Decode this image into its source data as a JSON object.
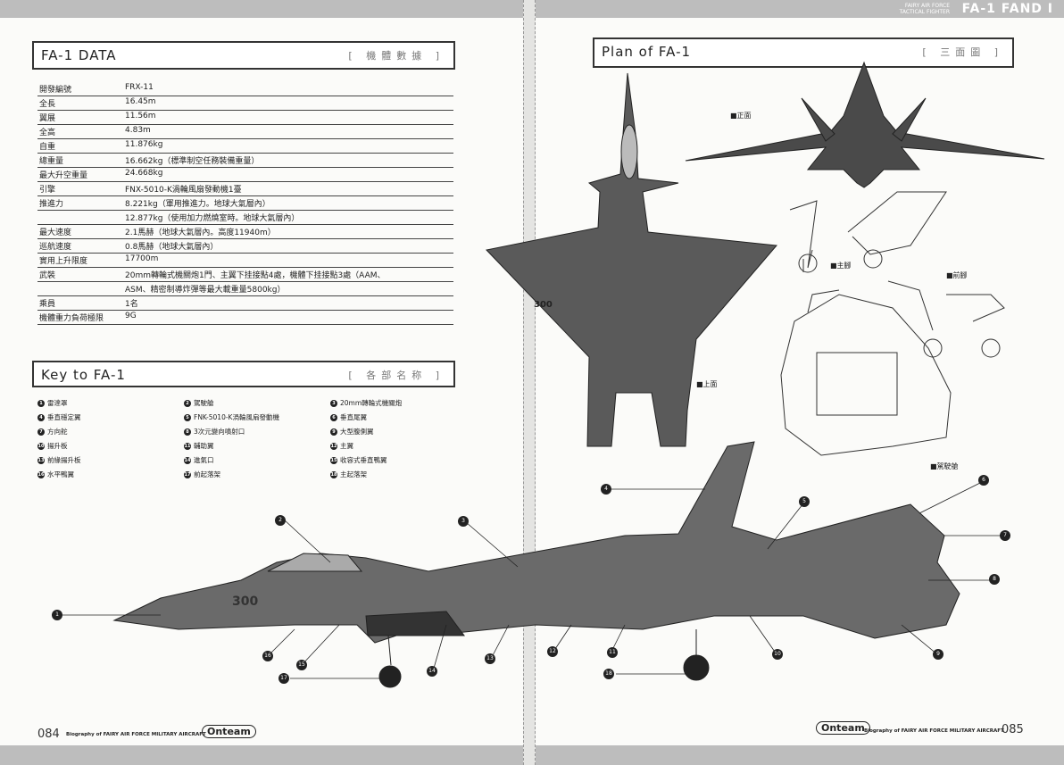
{
  "header": {
    "small1": "FAIRY AIR FORCE",
    "small2": "TACTICAL FIGHTER",
    "title": "FA-1 FAND I"
  },
  "data_box": {
    "title": "FA-1 DATA",
    "subtitle": "[ 機體數據 ]"
  },
  "specs": [
    {
      "k": "開發編號",
      "v": "FRX-11"
    },
    {
      "k": "全長",
      "v": "16.45m"
    },
    {
      "k": "翼展",
      "v": "11.56m"
    },
    {
      "k": "全高",
      "v": "4.83m"
    },
    {
      "k": "自重",
      "v": "11.876kg"
    },
    {
      "k": "總重量",
      "v": "16.662kg（標準制空任務裝備重量）"
    },
    {
      "k": "最大升空重量",
      "v": "24.668kg"
    },
    {
      "k": "引擎",
      "v": "FNX-5010-K渦輪風扇發動機1臺"
    },
    {
      "k": "推進力",
      "v": "8.221kg（軍用推進力。地球大氣層內）"
    },
    {
      "k": "",
      "v": "12.877kg（使用加力燃燒室時。地球大氣層內）"
    },
    {
      "k": "最大速度",
      "v": "2.1馬赫（地球大氣層內。高度11940m）"
    },
    {
      "k": "巡航速度",
      "v": "0.8馬赫（地球大氣層內）"
    },
    {
      "k": "實用上升限度",
      "v": "17700m"
    },
    {
      "k": "武裝",
      "v": "20mm轉輪式機關炮1門、主翼下挂接點4處，機體下挂接點3處（AAM、"
    },
    {
      "k": "",
      "v": "ASM、精密制導炸彈等最大載重量5800kg）"
    },
    {
      "k": "乘員",
      "v": "1名"
    },
    {
      "k": "機體重力負荷極限",
      "v": "9G"
    }
  ],
  "key_box": {
    "title": "Key to FA-1",
    "subtitle": "[ 各部名称 ]"
  },
  "keys": [
    {
      "n": "1",
      "t": "雷達罩"
    },
    {
      "n": "2",
      "t": "駕駛艙"
    },
    {
      "n": "3",
      "t": "20mm轉輪式機關炮"
    },
    {
      "n": "4",
      "t": "垂直穩定翼"
    },
    {
      "n": "5",
      "t": "FNK-5010-K渦輪風扇發動機"
    },
    {
      "n": "6",
      "t": "垂直尾翼"
    },
    {
      "n": "7",
      "t": "方向舵"
    },
    {
      "n": "8",
      "t": "3次元變向噴射口"
    },
    {
      "n": "9",
      "t": "大型腹側翼"
    },
    {
      "n": "10",
      "t": "揚升板"
    },
    {
      "n": "11",
      "t": "輔助翼"
    },
    {
      "n": "12",
      "t": "主翼"
    },
    {
      "n": "13",
      "t": "前緣揚升板"
    },
    {
      "n": "14",
      "t": "進氣口"
    },
    {
      "n": "15",
      "t": "收容式垂直鴨翼"
    },
    {
      "n": "16",
      "t": "水平鴨翼"
    },
    {
      "n": "17",
      "t": "前起落架"
    },
    {
      "n": "18",
      "t": "主起落架"
    }
  ],
  "plan_box": {
    "title": "Plan of FA-1",
    "subtitle": "[ 三面圖 ]"
  },
  "plan_labels": {
    "front": "■正面",
    "top": "■上面",
    "main_gear": "■主腳",
    "nose_gear": "■前腳",
    "cockpit": "■駕駛艙"
  },
  "airframe_number": "300",
  "footer": {
    "left_page": "084",
    "right_page": "085",
    "bio": "Biography of FAIRY AIR FORCE MILITARY AIRCRAFT",
    "logo": "Onteam"
  }
}
